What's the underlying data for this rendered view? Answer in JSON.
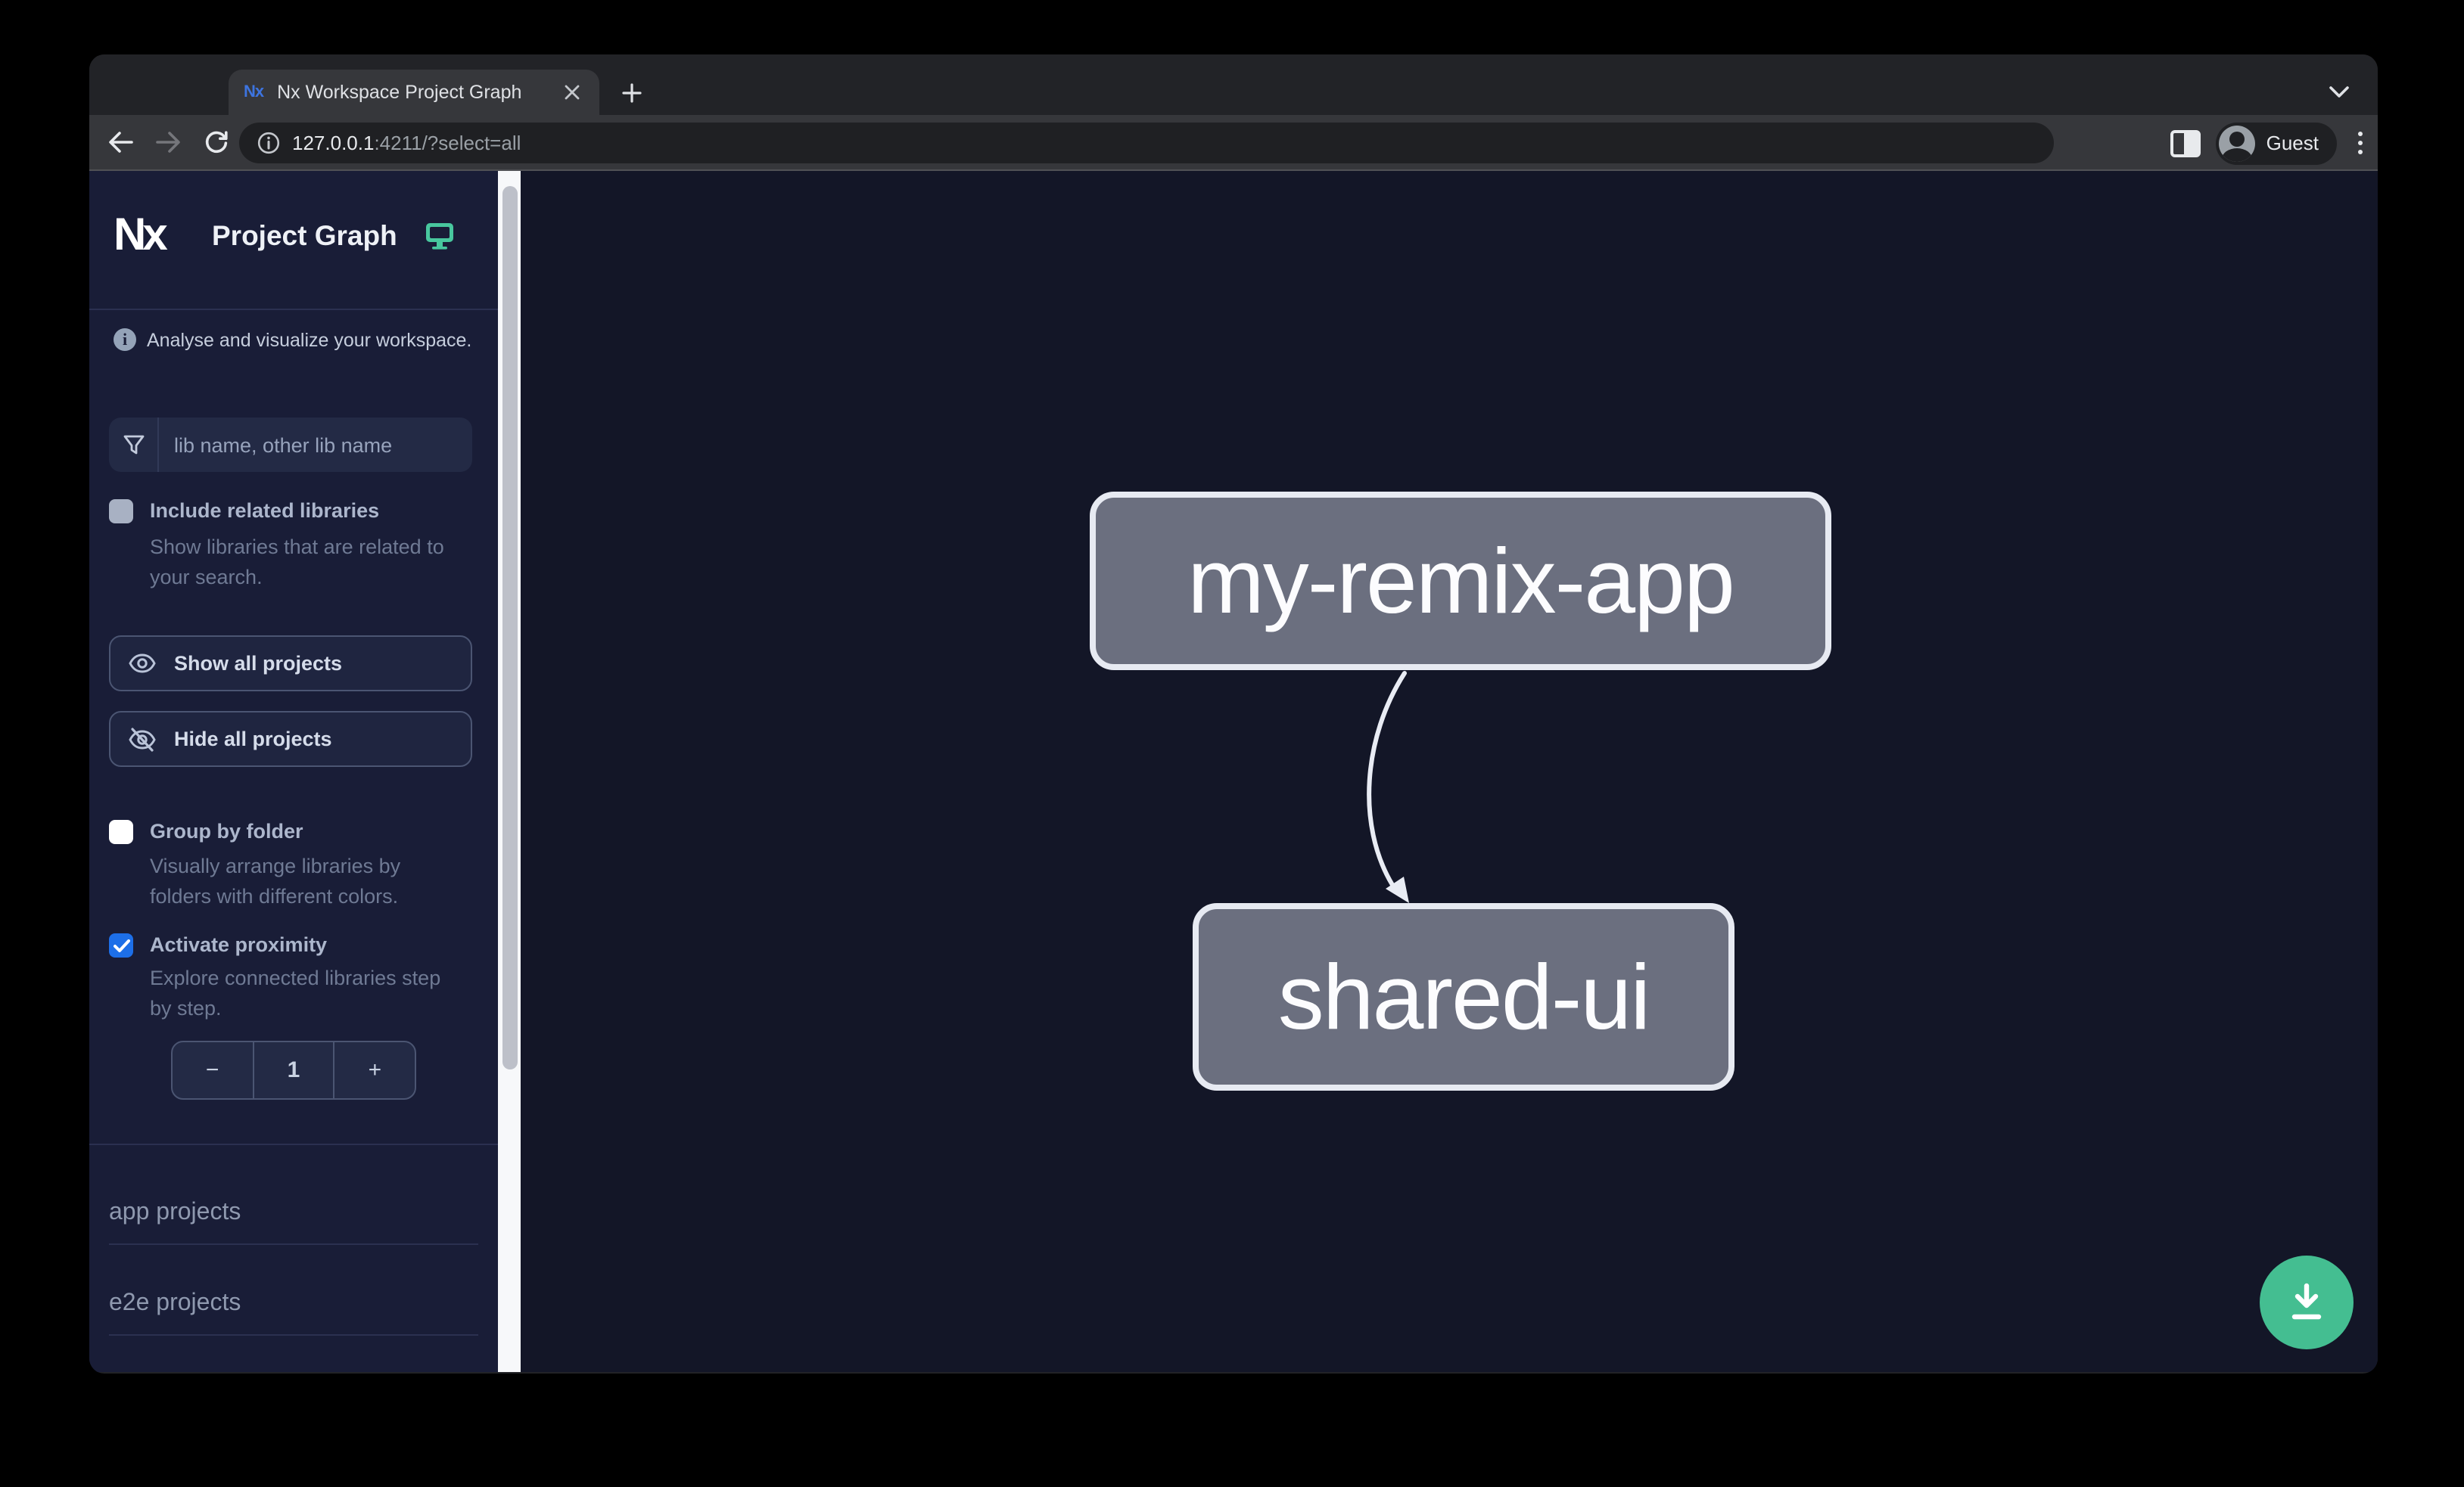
{
  "browser": {
    "tab_title": "Nx Workspace Project Graph",
    "favicon_text": "Nx",
    "url_host": "127.0.0.1",
    "url_path": ":4211/?select=all",
    "profile_label": "Guest"
  },
  "sidebar": {
    "logo_text": "Nx",
    "app_title": "Project Graph",
    "tagline": "Analyse and visualize your workspace.",
    "search_placeholder": "lib name, other lib name",
    "include_related": {
      "label": "Include related libraries",
      "description": "Show libraries that are related to your search.",
      "checked": false
    },
    "show_all_label": "Show all projects",
    "hide_all_label": "Hide all projects",
    "group_by_folder": {
      "label": "Group by folder",
      "description": "Visually arrange libraries by folders with different colors.",
      "checked": false
    },
    "activate_proximity": {
      "label": "Activate proximity",
      "description": "Explore connected libraries step by step.",
      "checked": true
    },
    "proximity_stepper": {
      "decrement": "−",
      "value": "1",
      "increment": "+"
    },
    "sections": [
      {
        "label": "app projects"
      },
      {
        "label": "e2e projects"
      }
    ]
  },
  "graph": {
    "nodes": [
      {
        "label": "my-remix-app"
      },
      {
        "label": "shared-ui"
      }
    ],
    "edges": [
      {
        "source": "my-remix-app",
        "target": "shared-ui"
      }
    ]
  },
  "colors": {
    "accent_green": "#44BE91",
    "monitor_green": "#48C79E",
    "checkbox_blue": "#1D6FE8",
    "node_fill": "#6B6F7F",
    "node_border": "#E7EAF2",
    "canvas_bg": "#131627",
    "sidebar_bg": "#191D37"
  }
}
